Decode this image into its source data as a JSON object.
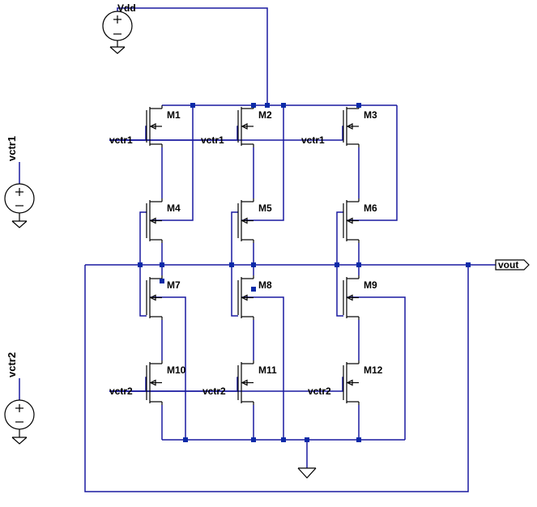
{
  "supply": {
    "name": "Vdd"
  },
  "sources": [
    {
      "name": "vctr1"
    },
    {
      "name": "vctr2"
    }
  ],
  "output_label": "vout",
  "transistors": [
    {
      "name": "M1",
      "gate": "vctr1"
    },
    {
      "name": "M2",
      "gate": "vctr1"
    },
    {
      "name": "M3",
      "gate": "vctr1"
    },
    {
      "name": "M4",
      "gate": ""
    },
    {
      "name": "M5",
      "gate": ""
    },
    {
      "name": "M6",
      "gate": ""
    },
    {
      "name": "M7",
      "gate": ""
    },
    {
      "name": "M8",
      "gate": ""
    },
    {
      "name": "M9",
      "gate": ""
    },
    {
      "name": "M10",
      "gate": "vctr2"
    },
    {
      "name": "M11",
      "gate": "vctr2"
    },
    {
      "name": "M12",
      "gate": "vctr2"
    }
  ],
  "colors": {
    "wire": "#1a1aa0",
    "component": "#000000",
    "junction": "#0a2aa8"
  }
}
